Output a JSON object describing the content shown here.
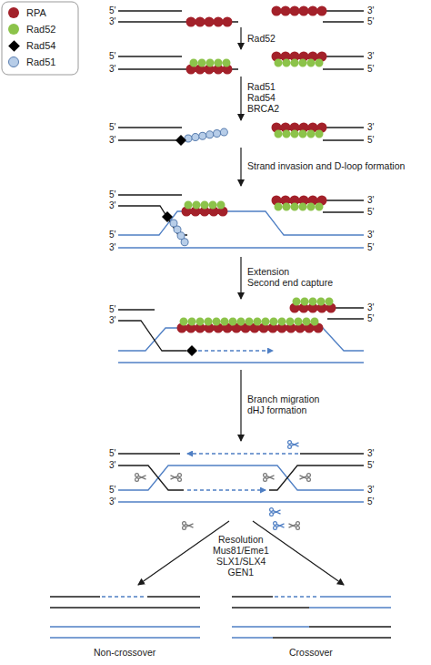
{
  "diagram": {
    "labels": [
      "5'",
      "3'",
      "3'",
      "5'",
      "Rad52",
      "5'",
      "3'",
      "3'",
      "5'",
      "Rad51",
      "Rad54",
      "BRCA2",
      "5'",
      "3'",
      "3'",
      "5'",
      "Strand invasion and D-loop formation",
      "5'",
      "3'",
      "3'",
      "5'",
      "5'",
      "3'",
      "3'",
      "5'",
      "Extension",
      "Second end capture",
      "5'",
      "3'",
      "3'",
      "5'",
      "Branch migration",
      "dHJ formation",
      "5'",
      "3'",
      "3'",
      "5'",
      "5'",
      "3'",
      "3'",
      "5'",
      "Resolution",
      "Mus81/Eme1",
      "SLX1/SLX4",
      "GEN1",
      "Non-crossover",
      "Crossover"
    ],
    "legend": [
      {
        "text": "RPA",
        "color": "#a3212a"
      },
      {
        "text": "Rad52",
        "color": "#8cc34a"
      },
      {
        "text": "Rad54",
        "color": "#000000"
      },
      {
        "text": "Rad51",
        "color": "#b7cde8"
      }
    ]
  }
}
